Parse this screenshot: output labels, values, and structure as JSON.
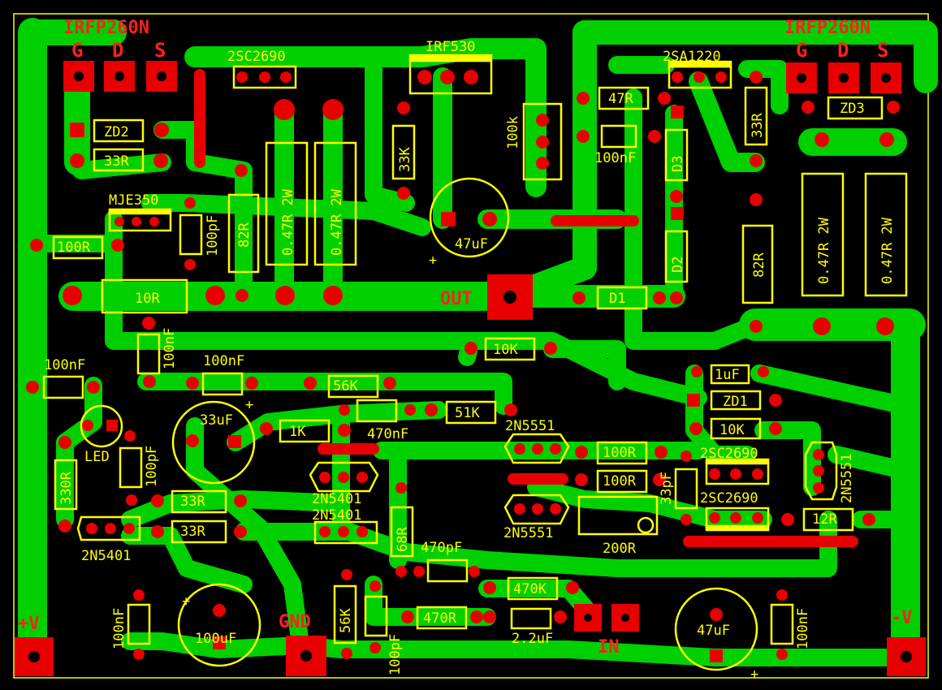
{
  "board": {
    "colors": {
      "background": "#000000",
      "copper": "#00d000",
      "pads": "#e80000",
      "silkscreen": "#ffff00",
      "markings": "#ff2020"
    },
    "connector_labels": {
      "out": "OUT",
      "gnd": "GND",
      "in": "IN",
      "vplus": "+V",
      "vminus": "-V"
    },
    "pin_letters": {
      "g": "G",
      "d": "D",
      "s": "S"
    },
    "mosfet_left": "IRFP260N",
    "mosfet_right": "IRFP260N",
    "components": {
      "q_2sc2690_top": "2SC2690",
      "q_irf530": "IRF530",
      "q_2sa1220": "2SA1220",
      "zd2": "ZD2",
      "zd3": "ZD3",
      "r33_left": "33R",
      "r33k": "33K",
      "r100k": "100k",
      "r47": "47R",
      "c100n_top": "100nF",
      "d3": "D3",
      "r33_right": "33R",
      "mje350": "MJE350",
      "r100_left": "100R",
      "c100p_a": "100pF",
      "r82_left": "82R",
      "r047_a": "0.47R 2W",
      "r047_b": "0.47R 2W",
      "c47u_top": "47uF",
      "d2": "D2",
      "r82_right": "82R",
      "r047_c": "0.47R 2W",
      "r047_d": "0.47R 2W",
      "r10": "10R",
      "d1": "D1",
      "r10k_top": "10K",
      "c100n_b": "100nF",
      "c100n_left": "100nF",
      "c100n_c": "100nF",
      "r56k_a": "56K",
      "c33u": "33uF",
      "c470n": "470nF",
      "r51k": "51K",
      "r1k": "1K",
      "c1u": "1uF",
      "zd1": "ZD1",
      "r10k_right": "10K",
      "led": "LED",
      "c100p_b": "100pF",
      "r330": "330R",
      "q_2n5551_a": "2N5551",
      "q_2n5551_b": "2N5551",
      "q_2n5551_c": "2N5551",
      "q_2n5401_a": "2N5401",
      "q_2n5401_b": "2N5401",
      "q_2n5401_c": "2N5401",
      "r100_a": "100R",
      "r100_b": "100R",
      "q_2sc2690_a": "2SC2690",
      "q_2sc2690_b": "2SC2690",
      "c33p": "33pF",
      "r33_c": "33R",
      "r33_d": "33R",
      "r12": "12R",
      "r68": "68R",
      "c470p": "470pF",
      "r200": "200R",
      "r470k": "470K",
      "r56k_b": "56K",
      "c100p_c": "100pF",
      "r470": "470R",
      "c2u2": "2.2uF",
      "c100u": "100uF",
      "c100n_d": "100nF",
      "c47u_bottom": "47uF",
      "c100n_e": "100nF"
    },
    "polarity": {
      "plus": "+"
    }
  }
}
